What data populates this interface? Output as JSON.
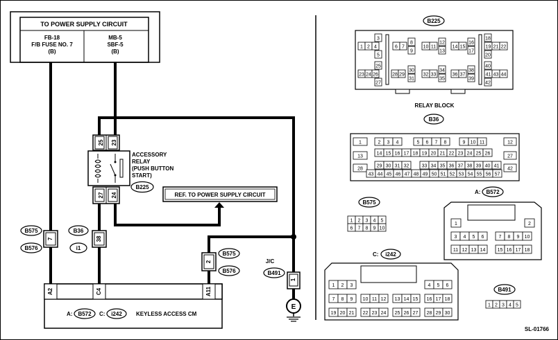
{
  "power_box": {
    "title": "TO POWER SUPPLY CIRCUIT",
    "left": [
      "FB-18",
      "F/B FUSE NO. 7",
      "(B)"
    ],
    "right": [
      "MB-5",
      "SBF-5",
      "(B)"
    ]
  },
  "relay": {
    "label": [
      "ACCESSORY",
      "RELAY",
      "(PUSH BUTTON",
      "START)"
    ],
    "connector": "B225",
    "pins_top": [
      "25",
      "23"
    ],
    "pins_bottom": [
      "27",
      "24"
    ]
  },
  "ref_box": "REF. TO POWER SUPPLY CIRCUIT",
  "left_connectors": {
    "c1": [
      "B575",
      "B576"
    ],
    "c1_pin": "7",
    "c2": [
      "B36",
      "i1"
    ],
    "c2_pin": "38"
  },
  "right_connector": {
    "labels": [
      "B575",
      "B576"
    ],
    "pin": "2"
  },
  "jc": {
    "label": "J/C",
    "connector": "B491",
    "pin": "1",
    "ground": "E"
  },
  "keyless": {
    "pins": [
      "A2",
      "C4",
      "A11"
    ],
    "connector_a": "B572",
    "connector_c": "i242",
    "prefix_a": "A:",
    "prefix_c": "C:",
    "label": "KEYLESS ACCESS CM"
  },
  "right_panel": {
    "b225": {
      "name": "B225",
      "caption": "RELAY BLOCK"
    },
    "b36": {
      "name": "B36"
    },
    "b575": {
      "name": "B575"
    },
    "b572": {
      "prefix": "A:",
      "name": "B572"
    },
    "i242": {
      "prefix": "C:",
      "name": "i242"
    },
    "b491": {
      "name": "B491"
    }
  },
  "code": "SL-01766"
}
